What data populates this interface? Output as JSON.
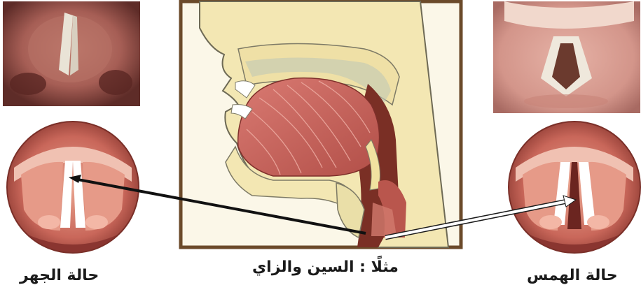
{
  "captions": {
    "voiced": "حالة الجهر",
    "voiceless": "حالة الهمس",
    "example": "مثلًا : السين والزاي"
  },
  "colors": {
    "frame": "#6b4a2a",
    "panel_bg": "#fbf7e8",
    "bone": "#f3e7b3",
    "muscle": "#c9665e",
    "flesh": "#e8a99a",
    "dark_cavity": "#7a2f25",
    "voiced_arrow": "#111111",
    "voiceless_arrow": "#ffffff"
  },
  "icons": {
    "voiced_photo": "larynx-photo-closed",
    "voiceless_photo": "larynx-photo-open",
    "voiced_diagram": "vocal-folds-closed",
    "voiceless_diagram": "vocal-folds-open",
    "head_section": "head-sagittal-section"
  }
}
